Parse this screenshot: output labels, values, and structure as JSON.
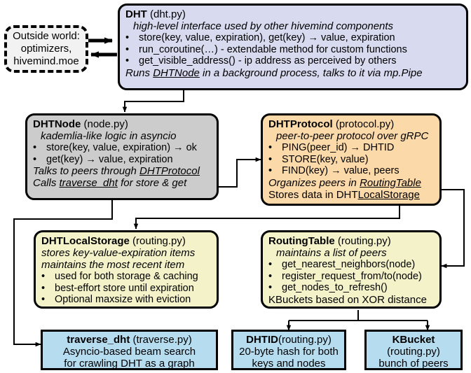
{
  "diagram": {
    "title": "Hivemind DHT architecture diagram",
    "colors": {
      "dht": "#d8daef",
      "node": "#cccccc",
      "protocol": "#fcd9a8",
      "storage": "#f4f2c8",
      "leaf": "#b6dcf0",
      "outside": "#f2f2f2",
      "stroke": "#000000"
    },
    "outside_world": {
      "line1": "Outside world:",
      "line2": "optimizers,",
      "line3": "hivemind.moe"
    },
    "dht": {
      "name": "DHT",
      "module": "(dht.py)",
      "subtitle": "high-level interface used by other hivemind components",
      "bullets": [
        "store(key, value, expiration), get(key) → value, expiration",
        "run_coroutine(…) - extendable method for custom functions",
        "get_visible_address() - ip address as perceived by others"
      ],
      "footer_pre": "Runs ",
      "footer_link": "DHTNode",
      "footer_post": " in a background process, talks to it via mp.Pipe"
    },
    "dhtnode": {
      "name": "DHTNode",
      "module": "(node.py)",
      "subtitle": "kademlia-like logic in asyncio",
      "bullets": [
        "store(key, value, expiration) → ok",
        "get(key) → value, expiration"
      ],
      "footer1_pre": "Talks to peers through ",
      "footer1_link": "DHTProtocol",
      "footer2_pre": "Calls ",
      "footer2_link": "traverse_dht",
      "footer2_post": " for store & get"
    },
    "dhtprotocol": {
      "name": "DHTProtocol",
      "module": "(protocol.py)",
      "subtitle": "peer-to-peer protocol over gRPC",
      "bullets": [
        "PING(peer_id) → DHTID",
        "STORE(key, value)",
        "FIND(key) → value, peers"
      ],
      "footer1_pre": "Organizes peers in ",
      "footer1_link": "RoutingTable",
      "footer2_pre": "Stores data in DHT",
      "footer2_link": "LocalStorage"
    },
    "dhtlocalstorage": {
      "name": "DHTLocalStorage",
      "module": "(routing.py)",
      "sub1": "stores key-value-expiration items",
      "sub2": "maintains the most recent item",
      "bullets": [
        "used for both storage & caching",
        "best-effort store until expiration",
        "Optional maxsize with eviction"
      ]
    },
    "routingtable": {
      "name": "RoutingTable",
      "module": "(routing.py)",
      "subtitle": "maintains a list of peers",
      "bullets": [
        "get_nearest_neighbors(node)",
        "register_request_from/to(node)",
        "get_nodes_to_refresh()"
      ],
      "footer": "KBuckets based on XOR distance"
    },
    "traverse_dht": {
      "name": "traverse_dht",
      "module": "(traverse.py)",
      "line1": "Asyncio-based beam search",
      "line2": "for crawling DHT as a graph"
    },
    "dhtid": {
      "name": "DHTID",
      "module": "(routing.py)",
      "line1": "20-byte hash for both",
      "line2": "keys and nodes"
    },
    "kbucket": {
      "name": "KBucket",
      "module": "(routing.py)",
      "line1": "bunch of peers"
    }
  }
}
